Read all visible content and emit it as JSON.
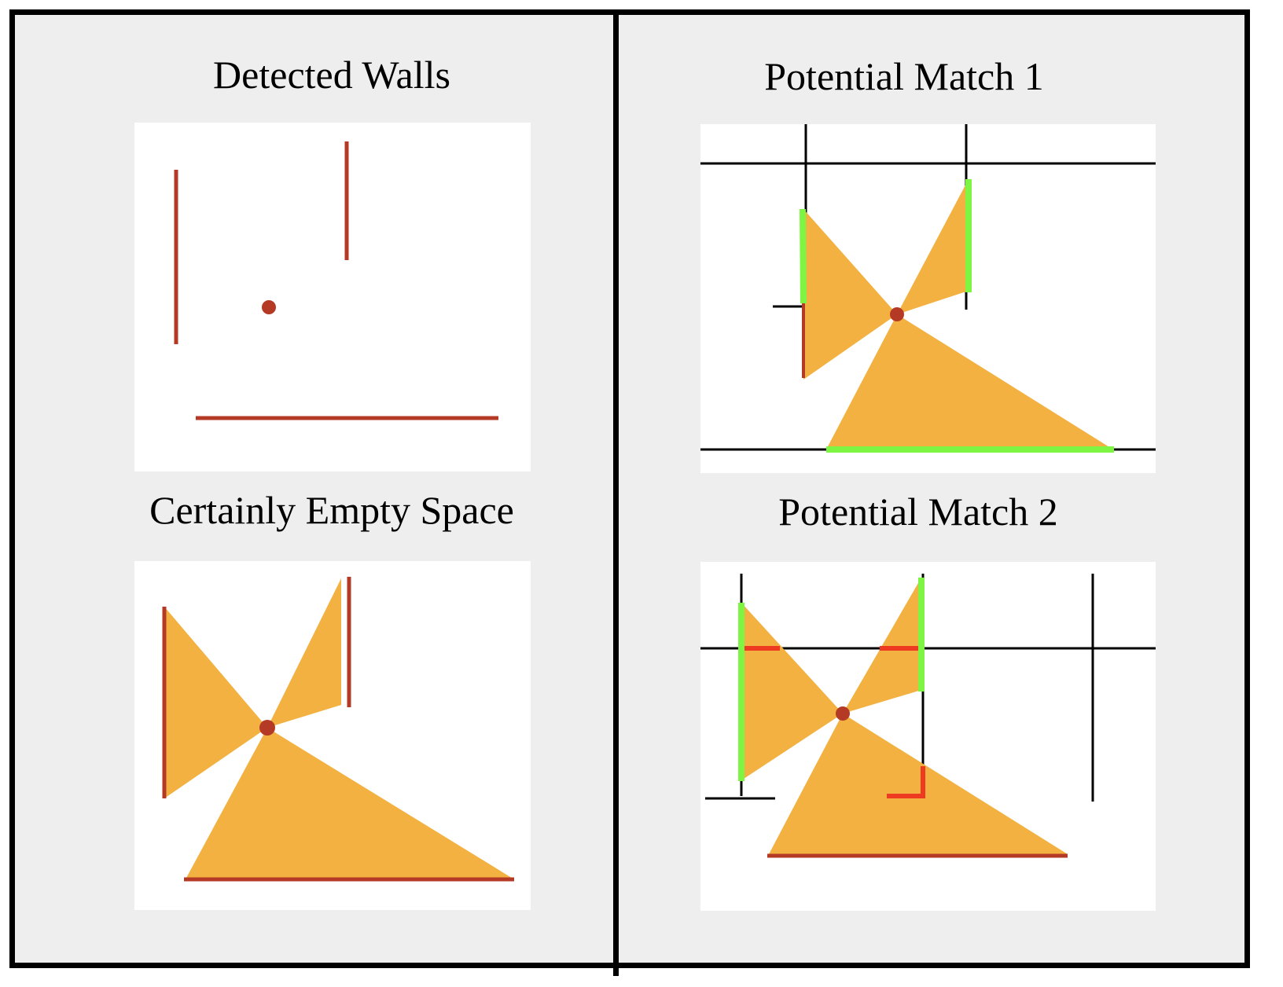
{
  "colors": {
    "background": "#eeeeee",
    "border": "#000000",
    "wall": "#b53a25",
    "empty_space": "#f2b140",
    "match_green": "#7ef542",
    "mismatch_red": "#ef3a22",
    "map_line": "#000000"
  },
  "panels": {
    "detected_walls": {
      "title": "Detected Walls"
    },
    "empty_space": {
      "title": "Certainly Empty Space"
    },
    "match1": {
      "title": "Potential Match 1"
    },
    "match2": {
      "title": "Potential Match 2"
    }
  }
}
